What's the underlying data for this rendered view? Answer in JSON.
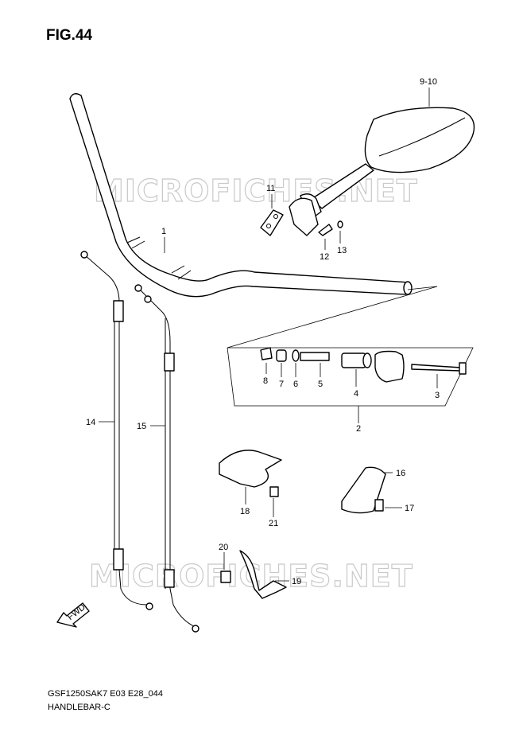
{
  "figure": {
    "title": "FIG.44",
    "watermark": "MICROFICHES.NET",
    "footer_code": "GSF1250SAK7 E03 E28_044",
    "footer_name": "HANDLEBAR-C",
    "fwd_label": "FWD"
  },
  "callouts": {
    "c1": "1",
    "c2": "2",
    "c3": "3",
    "c4": "4",
    "c5": "5",
    "c6": "6",
    "c7": "7",
    "c8": "8",
    "c9_10": "9-10",
    "c11": "11",
    "c12": "12",
    "c13": "13",
    "c14": "14",
    "c15": "15",
    "c16": "16",
    "c17": "17",
    "c18": "18",
    "c19": "19",
    "c20": "20",
    "c21": "21"
  },
  "colors": {
    "line": "#000000",
    "watermark": "#c9c9c9",
    "background": "#ffffff"
  }
}
